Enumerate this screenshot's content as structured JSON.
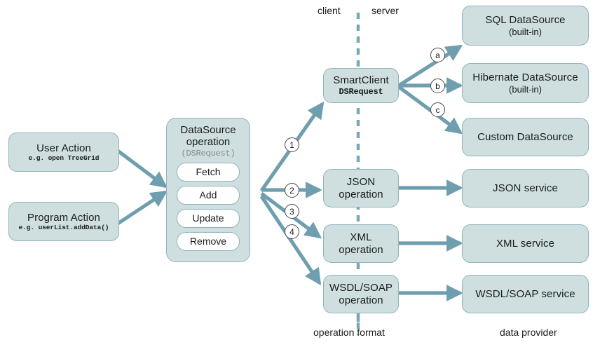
{
  "diagram": {
    "title": "SmartClient DataSource request flow",
    "colors": {
      "node_fill": "#cfdfe0",
      "node_border": "#8fb4bc",
      "arrow": "#6f9fae",
      "divider": "#7aa7b5",
      "text": "#1a1a1a",
      "muted_text": "#8a8a8a"
    },
    "column_labels": {
      "client": "client",
      "server": "server",
      "operation_format": "operation format",
      "data_provider": "data provider"
    },
    "sources": [
      {
        "title": "User Action",
        "subtitle": "e.g. open TreeGrid"
      },
      {
        "title": "Program Action",
        "subtitle": "e.g. userList.addData()"
      }
    ],
    "datasource_operation": {
      "line1": "DataSource",
      "line2": "operation",
      "line3": "(DSRequest)",
      "operations": [
        "Fetch",
        "Add",
        "Update",
        "Remove"
      ]
    },
    "smartclient": {
      "line1": "SmartClient",
      "line2": "DSRequest"
    },
    "operation_formats": [
      {
        "line1": "JSON",
        "line2": "operation"
      },
      {
        "line1": "XML",
        "line2": "operation"
      },
      {
        "line1": "WSDL/SOAP",
        "line2": "operation"
      }
    ],
    "data_providers": [
      {
        "line1": "SQL DataSource",
        "line2": "(built-in)"
      },
      {
        "line1": "Hibernate DataSource",
        "line2": "(built-in)"
      },
      {
        "line1": "Custom DataSource",
        "line2": ""
      },
      {
        "line1": "JSON  service",
        "line2": ""
      },
      {
        "line1": "XML service",
        "line2": ""
      },
      {
        "line1": "WSDL/SOAP service",
        "line2": ""
      }
    ],
    "numbered_badges": [
      "1",
      "2",
      "3",
      "4"
    ],
    "lettered_badges": [
      "a",
      "b",
      "c"
    ]
  }
}
